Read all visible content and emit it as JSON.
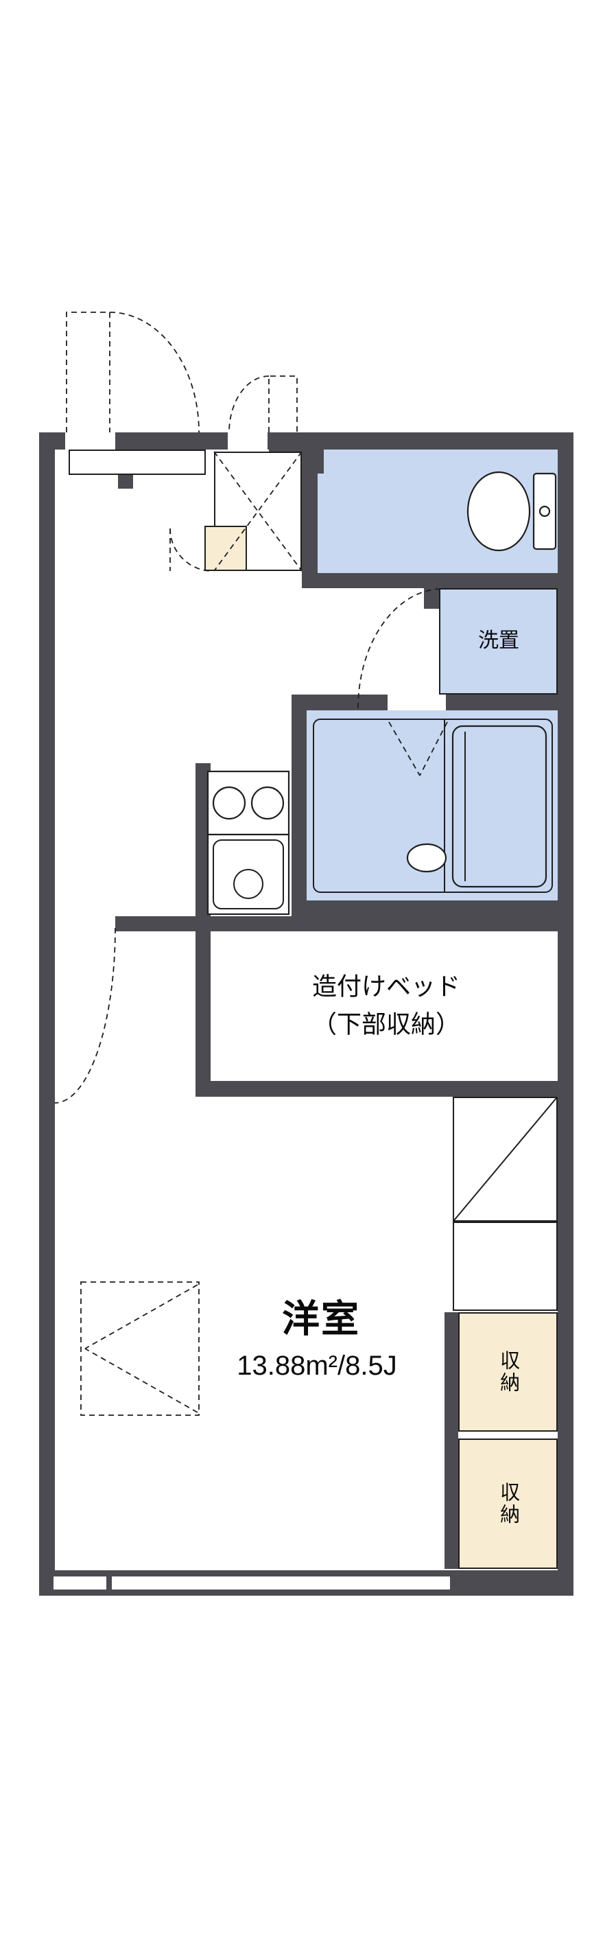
{
  "labels": {
    "washstand": "洗置",
    "bed_line1": "造付けベッド",
    "bed_line2": "（下部収納）",
    "room_name": "洋室",
    "room_size": "13.88m²/8.5J",
    "storage_upper": "収納",
    "storage_lower": "収納"
  },
  "colors": {
    "wall": "#4b4b51",
    "water": "#c9d8f1",
    "storage": "#f8edd3",
    "line": "#1f1f1f"
  }
}
